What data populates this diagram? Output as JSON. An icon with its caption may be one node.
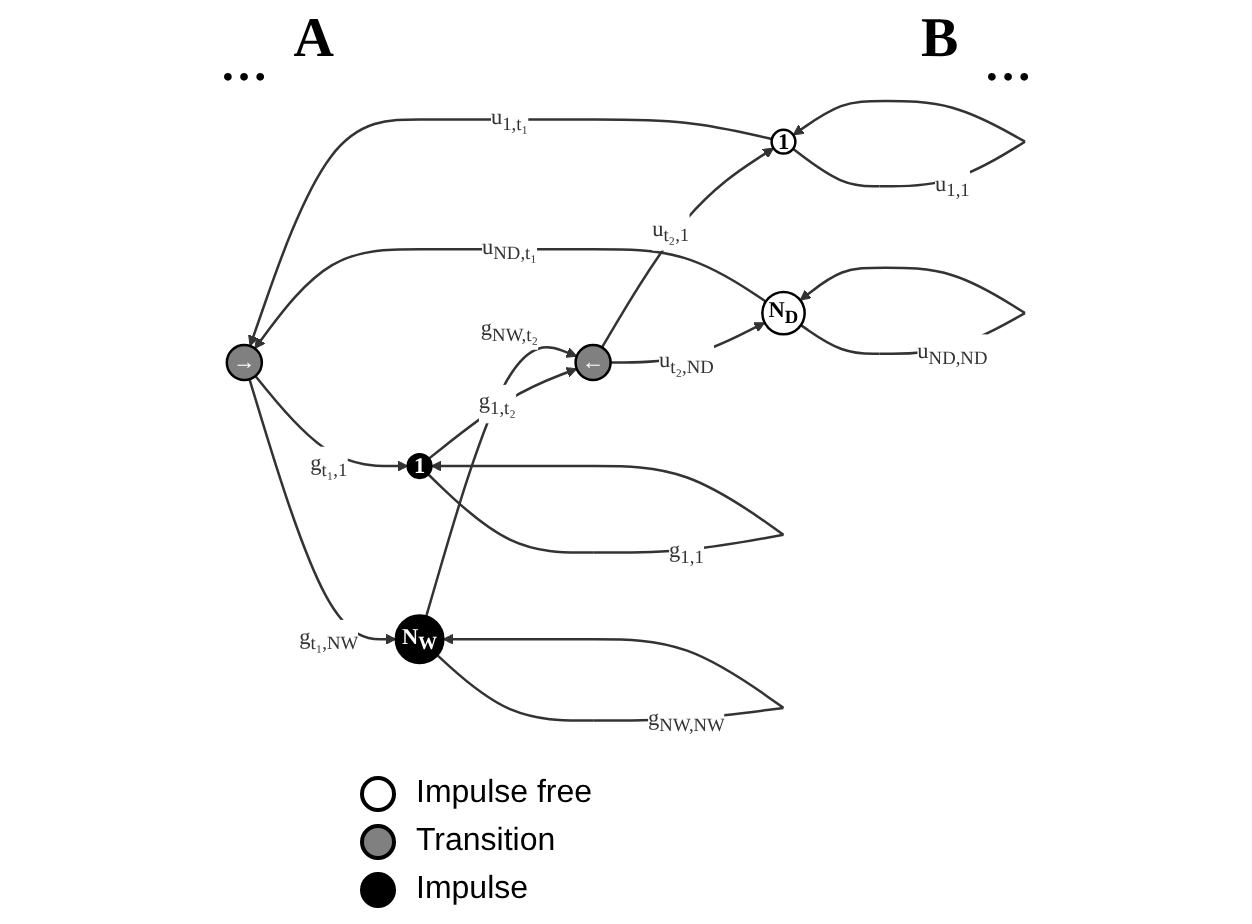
{
  "diagram": {
    "nodes": [
      {
        "text": [
          "→"
        ]
      },
      {
        "text": [
          "1"
        ]
      },
      {
        "text": [
          "N$_{D}$"
        ]
      },
      {
        "text": [
          "1"
        ]
      },
      {
        "text": [
          "N$_{W}$"
        ]
      },
      {
        "text": [
          "←"
        ]
      }
    ],
    "edges": [
      {
        "from": 0,
        "to": 3,
        "arrow": "to",
        "label": "g$_{t₁,1}$"
      },
      {
        "from": 0,
        "to": 4,
        "arrow": "to",
        "label": "g$_{t₁,NW}$"
      },
      {
        "from": 3,
        "to": 3,
        "arrow": "to",
        "label": "g$_{1,1}$"
      },
      {
        "from": 4,
        "to": 4,
        "arrow": "to",
        "label": "g$_{NW,NW}$"
      },
      {
        "from": 3,
        "to": 5,
        "arrow": "to",
        "label": "g$_{1,t₂}$"
      },
      {
        "from": 4,
        "to": 5,
        "arrow": "to",
        "label": "g$_{NW,t₂}$"
      },
      {
        "from": 5,
        "to": 1,
        "arrow": "to",
        "label": "u$_{t₂,1}$"
      },
      {
        "from": 5,
        "to": 2,
        "arrow": "to",
        "label": "u$_{t₂,ND}$"
      },
      {
        "from": 1,
        "to": 1,
        "arrow": "to",
        "label": "u$_{1,1}$"
      },
      {
        "from": 2,
        "to": 2,
        "arrow": "to",
        "label": "u$_{ND,ND}$"
      },
      {
        "from": 1,
        "to": 0,
        "arrow": "to",
        "label": "u$_{1,t₁}$"
      },
      {
        "from": 2,
        "to": 0,
        "arrow": "to",
        "label": "u$_{ND,t₁}$"
      }
    ],
    "labels": [
      "A",
      "B",
      "…",
      "…"
    ],
    "legend": [
      {
        "text": "Impulse free",
        "color": "#ffffff"
      },
      {
        "text": "Transition",
        "color": "#808080"
      },
      {
        "text": "Impulse",
        "color": "#000000"
      }
    ]
  }
}
